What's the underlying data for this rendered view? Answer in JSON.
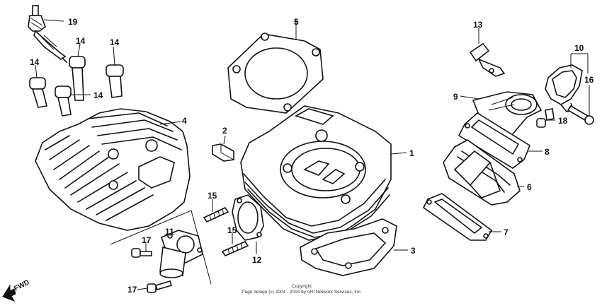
{
  "callouts": {
    "c1": "1",
    "c2": "2",
    "c3": "3",
    "c4": "4",
    "c5": "5",
    "c6": "6",
    "c7": "7",
    "c8": "8",
    "c9": "9",
    "c10": "10",
    "c11": "11",
    "c12": "12",
    "c13": "13",
    "c14a": "14",
    "c14b": "14",
    "c14c": "14",
    "c14d": "14",
    "c15a": "15",
    "c15b": "15",
    "c16": "16",
    "c17a": "17",
    "c17b": "17",
    "c18": "18",
    "c19": "19"
  },
  "fwd_label": "FWD",
  "copyright": {
    "line1": "Copyright",
    "line2": "Page design (c) 2004 - 2014 by ARI Network Services, Inc."
  }
}
